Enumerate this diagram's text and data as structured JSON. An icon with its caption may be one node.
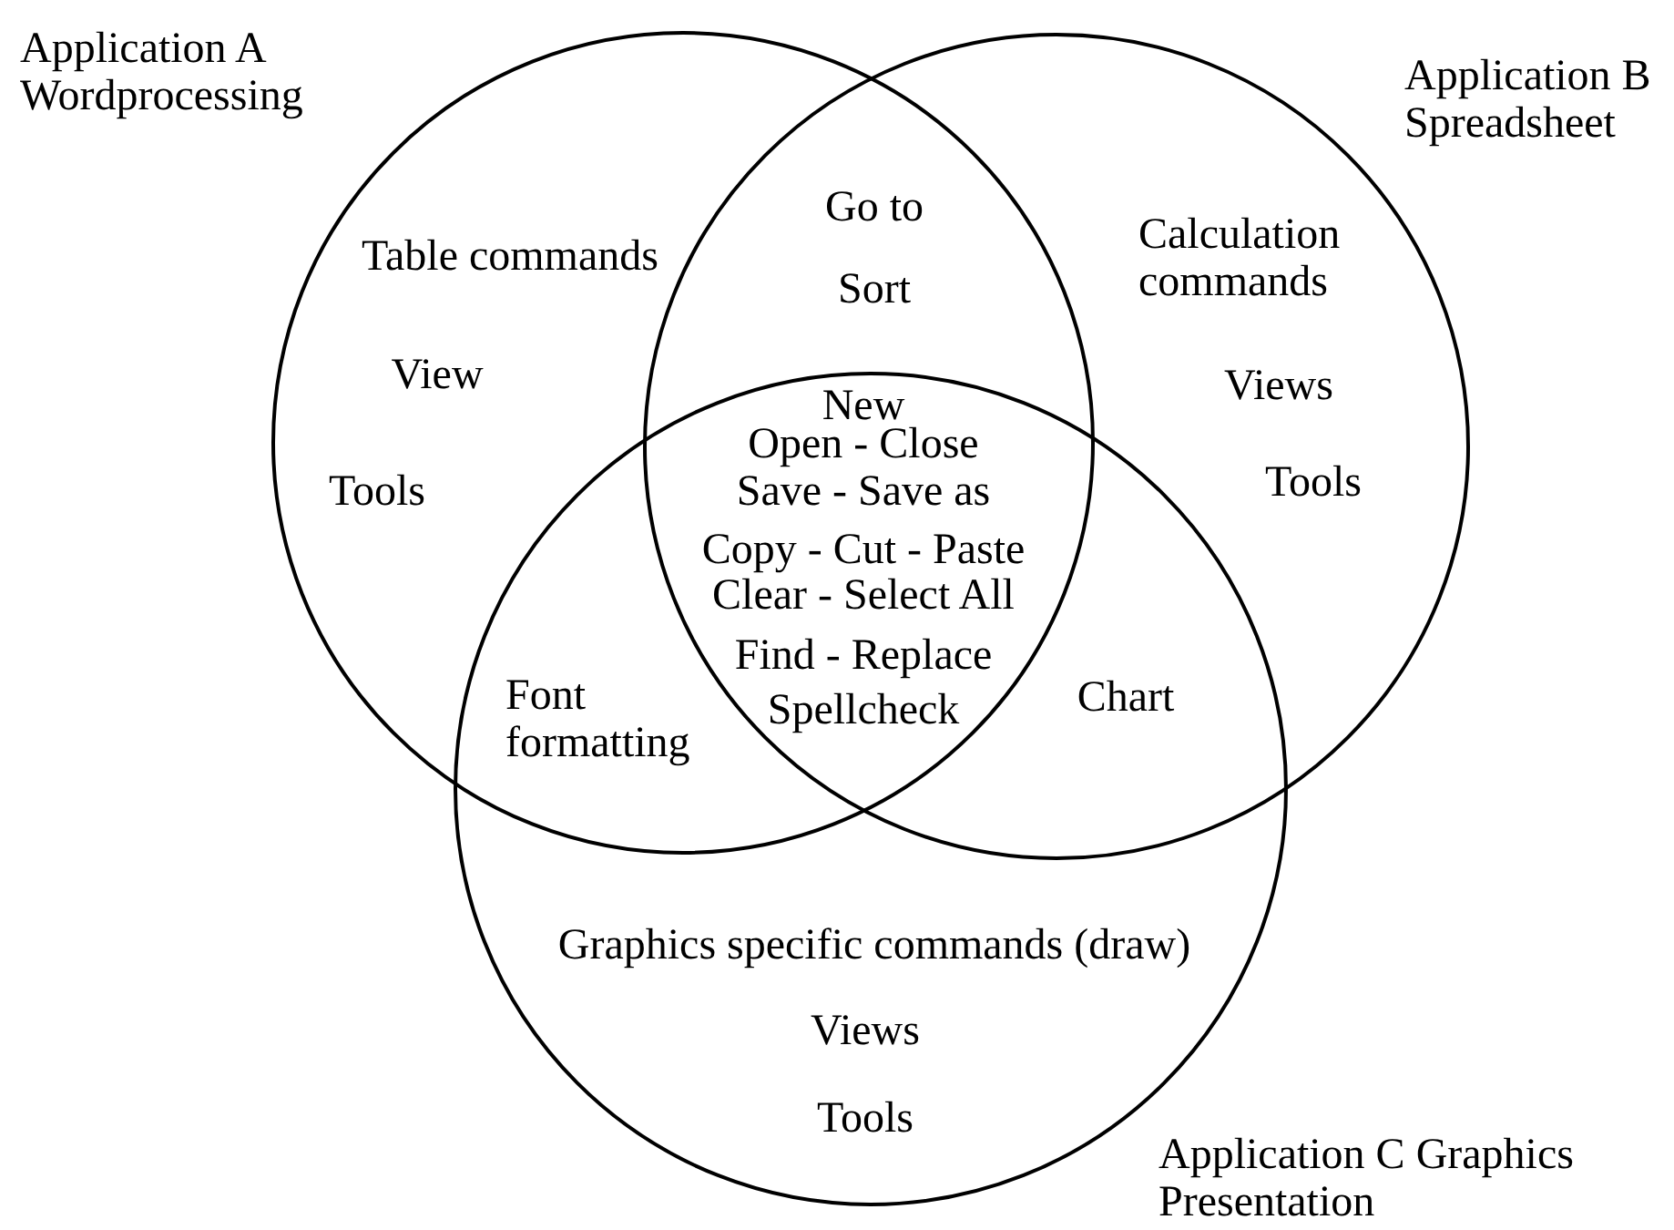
{
  "diagram": {
    "nodes": [
      {
        "text": [
          "Application A Wordprocessing"
        ]
      },
      {
        "text": [
          "Application B Spreadsheet"
        ]
      },
      {
        "text": [
          "Application C Graphics Presentation"
        ]
      }
    ],
    "labels": [
      "Table commands",
      "Go to",
      "Calculation commands",
      "View",
      "Sort",
      "Views",
      "New",
      "Open - Close",
      "Tools",
      "Tools",
      "Save - Save as",
      "Copy - Cut - Paste",
      "Clear - Select All",
      "Find - Replace",
      "Font formatting",
      "Spellcheck",
      "Chart",
      "Graphics specific commands (draw)",
      "Views",
      "Tools"
    ]
  }
}
